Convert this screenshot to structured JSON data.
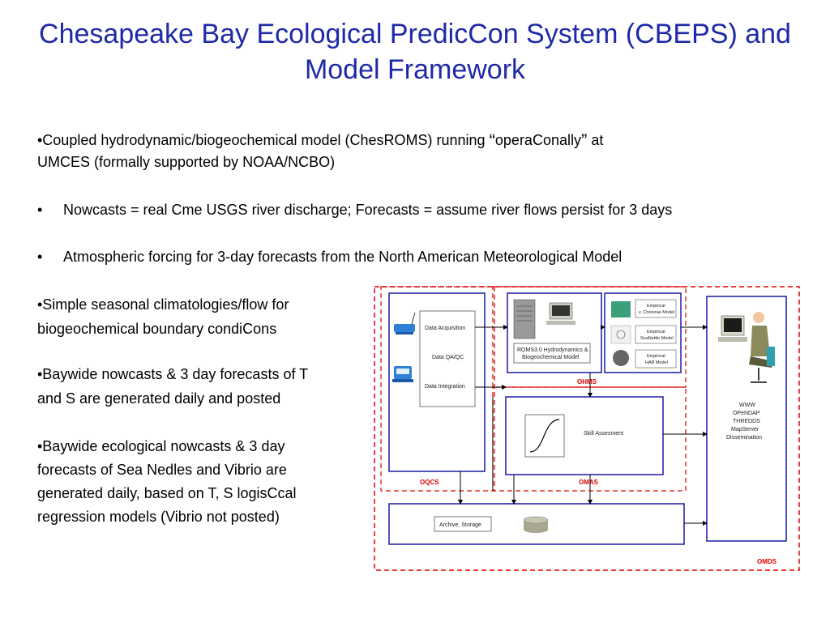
{
  "slide": {
    "title_line1": "Chesapeake Bay Ecological PredicCon System (CBEPS) and",
    "title_line2": "Model Framework",
    "bullets_top": [
      {
        "text_a": "•Coupled hydrodynamic/biogeochemical model (ChesROMS) running ",
        "quote_open": "“",
        "text_b": "operaConally",
        "quote_close": "”",
        "text_c": " at",
        "line2": "UMCES (formally supported by NOAA/NCBO)"
      },
      {
        "marker": "•",
        "text": "Nowcasts = real Cme USGS river discharge; Forecasts = assume river flows persist for 3 days"
      },
      {
        "marker": "•",
        "text": "Atmospheric forcing for 3-day forecasts from the North American Meteorological Model"
      }
    ],
    "bullets_left": [
      {
        "line1": "•Simple seasonal climatologies/flow for",
        "line2": "biogeochemical boundary condiCons"
      },
      {
        "line1": "•Baywide nowcasts & 3 day forecasts of T",
        "line2": "and S are generated daily and posted"
      },
      {
        "line1": "•Baywide ecological nowcasts & 3 day",
        "line2": "forecasts of Sea Nedles and Vibrio are",
        "line3": "generated daily, based on T, S logisCcal",
        "line4": "regression models (Vibrio not posted)"
      }
    ]
  },
  "diagram": {
    "oqcs": {
      "acq": "Data Acquisition",
      "qaqc": "Data QA/QC",
      "integ": "Data Integration",
      "label": "OQCS"
    },
    "ohms": {
      "model": "ROMS3.0 Hydrodynamics &",
      "model2": "Biogeochemical Model",
      "label": "OHMS"
    },
    "empirical": [
      {
        "l1": "Empirical",
        "l2": "v. Cholerae Model"
      },
      {
        "l1": "Empirical",
        "l2": "SeaNettle Model"
      },
      {
        "l1": "Empirical",
        "l2": "HAB Model"
      }
    ],
    "omas": {
      "skill": "Skill Assesment",
      "label": "OMAS"
    },
    "dissemination": {
      "l1": "WWW",
      "l2": "OPeNDAP",
      "l3": "THREDDS",
      "l4": "MapServer",
      "l5": "Dissemination"
    },
    "archive": {
      "text": "Archive, Storage"
    },
    "omds": {
      "label": "OMDS"
    },
    "colors": {
      "blue": "#1a1aa6",
      "red": "#e00000",
      "title": "#1f2aa8"
    }
  }
}
